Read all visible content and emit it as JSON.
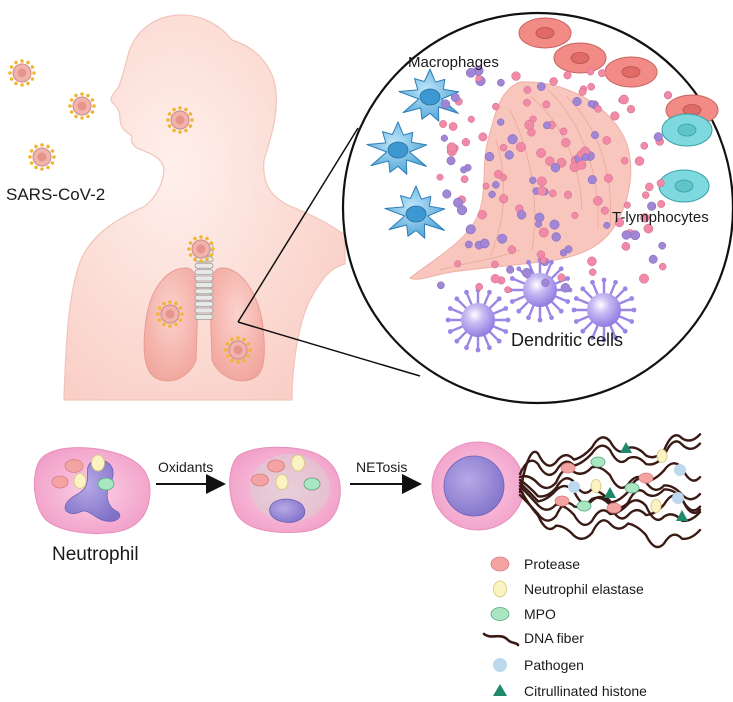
{
  "labels": {
    "virus": "SARS-CoV-2",
    "macrophages": "Macrophages",
    "t_lymphocytes": "T-lymphocytes",
    "dendritic_cells": "Dendritic cells",
    "neutrophil": "Neutrophil",
    "oxidants": "Oxidants",
    "netosis": "NETosis"
  },
  "legend": [
    {
      "icon": "protease-icon",
      "label": "Protease",
      "color": "#f4a3a3"
    },
    {
      "icon": "neutrophil-elastase-icon",
      "label": "Neutrophil elastase",
      "color": "#fbf4c2"
    },
    {
      "icon": "mpo-icon",
      "label": "MPO",
      "color": "#a9e6c2"
    },
    {
      "icon": "dna-fiber-icon",
      "label": "DNA fiber",
      "color": "#3a1a14"
    },
    {
      "icon": "pathogen-icon",
      "label": "Pathogen",
      "color": "#bcd9ee"
    },
    {
      "icon": "citrullinated-histone-icon",
      "label": "Citrullinated histone",
      "color": "#1e8a6a"
    }
  ],
  "colors": {
    "body_skin": "#fde3dd",
    "lung": "#f6b8b0",
    "macrophage": "#4aa8dc",
    "t_cell": "#7dd9de",
    "pink_cell": "#f28a86",
    "dendritic": "#9b86e6",
    "neutrophil": "#f5a8cf"
  }
}
